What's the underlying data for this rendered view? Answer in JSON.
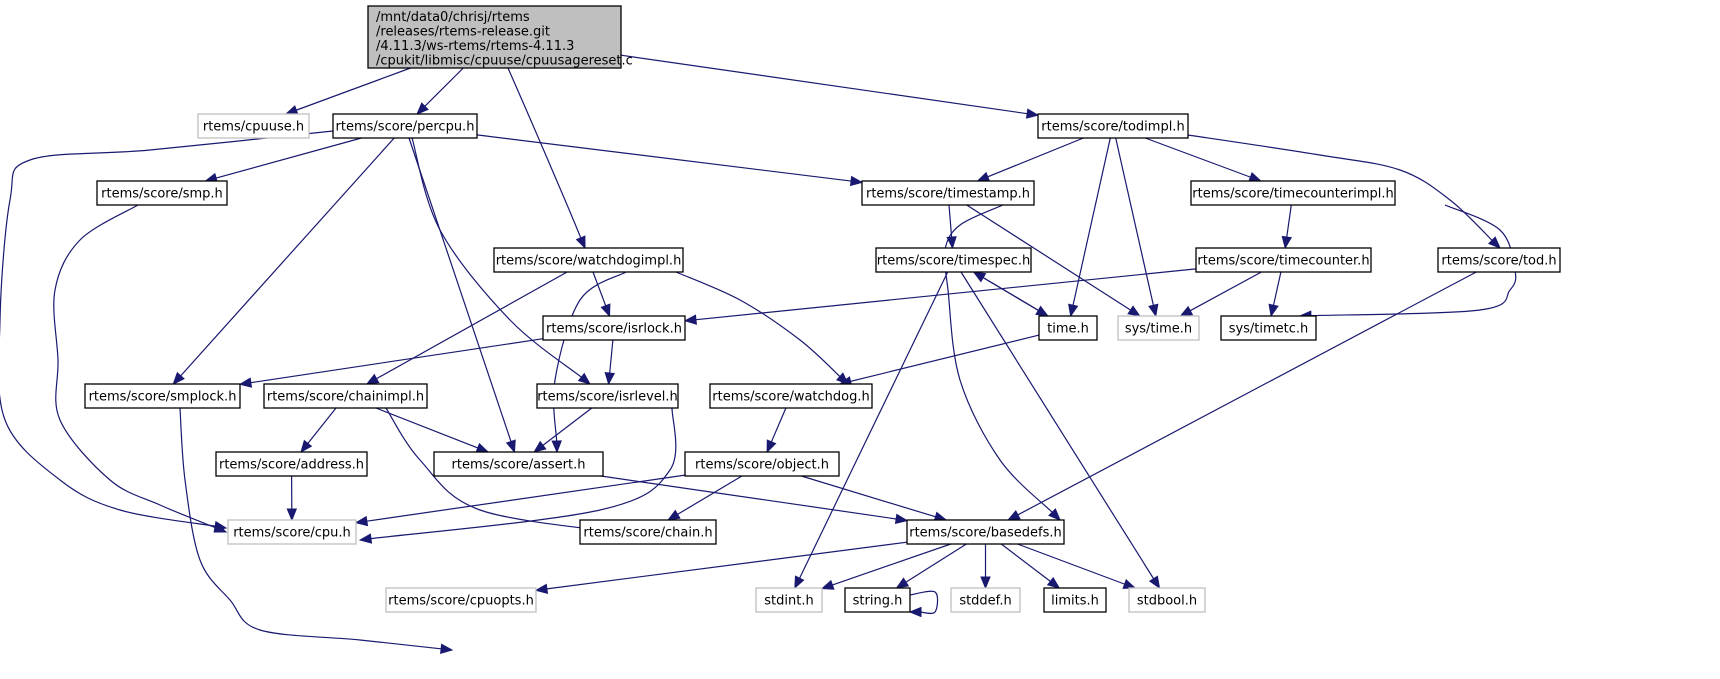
{
  "diagram": {
    "type": "include-dependency-graph",
    "colors": {
      "edge": "#191970",
      "root_fill": "#bfbfbf",
      "root_border": "#000000",
      "node_border": "#000000",
      "external_border": "#bfbfbf",
      "node_fill": "#ffffff"
    },
    "nodes": [
      {
        "id": "root",
        "label_lines": [
          "/mnt/data0/chrisj/rtems",
          "/releases/rtems-release.git",
          "/4.11.3/ws-rtems/rtems-4.11.3",
          "/cpukit/libmisc/cpuuse/cpuusagereset.c"
        ],
        "style": "root"
      },
      {
        "id": "cpuuse",
        "label_lines": [
          "rtems/cpuuse.h"
        ],
        "style": "external"
      },
      {
        "id": "percpu",
        "label_lines": [
          "rtems/score/percpu.h"
        ],
        "style": "normal"
      },
      {
        "id": "todimpl",
        "label_lines": [
          "rtems/score/todimpl.h"
        ],
        "style": "normal"
      },
      {
        "id": "smp",
        "label_lines": [
          "rtems/score/smp.h"
        ],
        "style": "normal"
      },
      {
        "id": "timestamp",
        "label_lines": [
          "rtems/score/timestamp.h"
        ],
        "style": "normal"
      },
      {
        "id": "timecounterimpl",
        "label_lines": [
          "rtems/score/timecounterimpl.h"
        ],
        "style": "normal"
      },
      {
        "id": "watchdogimpl",
        "label_lines": [
          "rtems/score/watchdogimpl.h"
        ],
        "style": "normal"
      },
      {
        "id": "timespec",
        "label_lines": [
          "rtems/score/timespec.h"
        ],
        "style": "normal"
      },
      {
        "id": "timecounter",
        "label_lines": [
          "rtems/score/timecounter.h"
        ],
        "style": "normal"
      },
      {
        "id": "tod",
        "label_lines": [
          "rtems/score/tod.h"
        ],
        "style": "normal"
      },
      {
        "id": "isrlock",
        "label_lines": [
          "rtems/score/isrlock.h"
        ],
        "style": "normal"
      },
      {
        "id": "time",
        "label_lines": [
          "time.h"
        ],
        "style": "normal"
      },
      {
        "id": "systime",
        "label_lines": [
          "sys/time.h"
        ],
        "style": "external"
      },
      {
        "id": "systimetc",
        "label_lines": [
          "sys/timetc.h"
        ],
        "style": "normal"
      },
      {
        "id": "smplock",
        "label_lines": [
          "rtems/score/smplock.h"
        ],
        "style": "normal"
      },
      {
        "id": "chainimpl",
        "label_lines": [
          "rtems/score/chainimpl.h"
        ],
        "style": "normal"
      },
      {
        "id": "isrlevel",
        "label_lines": [
          "rtems/score/isrlevel.h"
        ],
        "style": "normal"
      },
      {
        "id": "watchdog",
        "label_lines": [
          "rtems/score/watchdog.h"
        ],
        "style": "normal"
      },
      {
        "id": "address",
        "label_lines": [
          "rtems/score/address.h"
        ],
        "style": "normal"
      },
      {
        "id": "assert",
        "label_lines": [
          "rtems/score/assert.h"
        ],
        "style": "normal"
      },
      {
        "id": "object",
        "label_lines": [
          "rtems/score/object.h"
        ],
        "style": "normal"
      },
      {
        "id": "cpu",
        "label_lines": [
          "rtems/score/cpu.h"
        ],
        "style": "external"
      },
      {
        "id": "chain",
        "label_lines": [
          "rtems/score/chain.h"
        ],
        "style": "normal"
      },
      {
        "id": "basedefs",
        "label_lines": [
          "rtems/score/basedefs.h"
        ],
        "style": "normal"
      },
      {
        "id": "cpuopts",
        "label_lines": [
          "rtems/score/cpuopts.h"
        ],
        "style": "external"
      },
      {
        "id": "stdint",
        "label_lines": [
          "stdint.h"
        ],
        "style": "external"
      },
      {
        "id": "string",
        "label_lines": [
          "string.h"
        ],
        "style": "normal"
      },
      {
        "id": "stddef",
        "label_lines": [
          "stddef.h"
        ],
        "style": "external"
      },
      {
        "id": "limits",
        "label_lines": [
          "limits.h"
        ],
        "style": "normal"
      },
      {
        "id": "stdbool",
        "label_lines": [
          "stdbool.h"
        ],
        "style": "external"
      }
    ],
    "edges": [
      {
        "from": "root",
        "to": "cpuuse"
      },
      {
        "from": "root",
        "to": "percpu"
      },
      {
        "from": "root",
        "to": "watchdogimpl"
      },
      {
        "from": "root",
        "to": "todimpl"
      },
      {
        "from": "percpu",
        "to": "cpu"
      },
      {
        "from": "percpu",
        "to": "smp"
      },
      {
        "from": "percpu",
        "to": "smplock"
      },
      {
        "from": "percpu",
        "to": "assert"
      },
      {
        "from": "percpu",
        "to": "isrlevel"
      },
      {
        "from": "percpu",
        "to": "timestamp"
      },
      {
        "from": "todimpl",
        "to": "timestamp"
      },
      {
        "from": "todimpl",
        "to": "time"
      },
      {
        "from": "todimpl",
        "to": "systime"
      },
      {
        "from": "todimpl",
        "to": "timecounterimpl"
      },
      {
        "from": "todimpl",
        "to": "tod"
      },
      {
        "from": "smp",
        "to": "cpu"
      },
      {
        "from": "timestamp",
        "to": "timespec"
      },
      {
        "from": "timestamp",
        "to": "basedefs"
      },
      {
        "from": "timestamp",
        "to": "systime"
      },
      {
        "from": "timecounterimpl",
        "to": "timecounter"
      },
      {
        "from": "timecounterimpl",
        "to": "systimetc"
      },
      {
        "from": "watchdogimpl",
        "to": "isrlock"
      },
      {
        "from": "watchdogimpl",
        "to": "chainimpl"
      },
      {
        "from": "watchdogimpl",
        "to": "assert"
      },
      {
        "from": "watchdogimpl",
        "to": "watchdog"
      },
      {
        "from": "timespec",
        "to": "time"
      },
      {
        "from": "timespec",
        "to": "stdint"
      },
      {
        "from": "timespec",
        "to": "stdbool"
      },
      {
        "from": "time",
        "to": "timespec"
      },
      {
        "from": "time",
        "to": "watchdog"
      },
      {
        "from": "timecounter",
        "to": "isrlock"
      },
      {
        "from": "timecounter",
        "to": "systime"
      },
      {
        "from": "timecounter",
        "to": "systimetc"
      },
      {
        "from": "tod",
        "to": "basedefs"
      },
      {
        "from": "isrlock",
        "to": "smplock"
      },
      {
        "from": "isrlock",
        "to": "isrlevel"
      },
      {
        "from": "smplock",
        "to": "cpuopts"
      },
      {
        "from": "chainimpl",
        "to": "address"
      },
      {
        "from": "chainimpl",
        "to": "assert"
      },
      {
        "from": "chainimpl",
        "to": "chain"
      },
      {
        "from": "isrlevel",
        "to": "assert"
      },
      {
        "from": "isrlevel",
        "to": "cpu"
      },
      {
        "from": "watchdog",
        "to": "object"
      },
      {
        "from": "address",
        "to": "cpu"
      },
      {
        "from": "assert",
        "to": "basedefs"
      },
      {
        "from": "object",
        "to": "cpu"
      },
      {
        "from": "object",
        "to": "chain"
      },
      {
        "from": "object",
        "to": "basedefs"
      },
      {
        "from": "basedefs",
        "to": "cpuopts"
      },
      {
        "from": "basedefs",
        "to": "stdint"
      },
      {
        "from": "basedefs",
        "to": "string"
      },
      {
        "from": "basedefs",
        "to": "stddef"
      },
      {
        "from": "basedefs",
        "to": "limits"
      },
      {
        "from": "basedefs",
        "to": "stdbool"
      },
      {
        "from": "string",
        "to": "string"
      }
    ]
  }
}
